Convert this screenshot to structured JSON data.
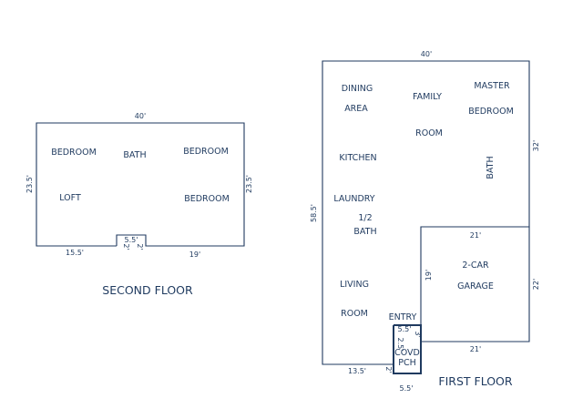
{
  "second_floor": {
    "title": "SECOND FLOOR",
    "rooms": {
      "bedroom_left": "BEDROOM",
      "bath": "BATH",
      "bedroom_right_top": "BEDROOM",
      "loft": "LOFT",
      "bedroom_right_bottom": "BEDROOM"
    },
    "dimensions": {
      "top": "40'",
      "left": "23.5'",
      "right": "23.5'",
      "bottom_left": "15.5'",
      "bottom_right": "19'",
      "notch_width": "5.5'",
      "notch_left": "2'",
      "notch_right": "2'"
    }
  },
  "first_floor": {
    "title": "FIRST FLOOR",
    "rooms": {
      "dining_1": "DINING",
      "dining_2": "AREA",
      "family_1": "FAMILY",
      "family_2": "ROOM",
      "master_1": "MASTER",
      "master_2": "BEDROOM",
      "kitchen": "KITCHEN",
      "bath_vertical": "BATH",
      "laundry": "LAUNDRY",
      "half_bath_1": "1/2",
      "half_bath_2": "BATH",
      "living_1": "LIVING",
      "living_2": "ROOM",
      "entry": "ENTRY",
      "garage_1": "2-CAR",
      "garage_2": "GARAGE",
      "porch_1": "COVD",
      "porch_2": "PCH"
    },
    "dimensions": {
      "top": "40'",
      "left": "58.5'",
      "right_upper": "32'",
      "garage_top": "21'",
      "garage_left": "19'",
      "garage_right": "22'",
      "garage_bottom": "21'",
      "bottom_left": "13.5'",
      "porch_top": "5.5'",
      "porch_right_upper": "3'",
      "porch_left_upper": "2.5'",
      "porch_left_lower": "2'",
      "porch_bottom": "5.5'"
    }
  }
}
